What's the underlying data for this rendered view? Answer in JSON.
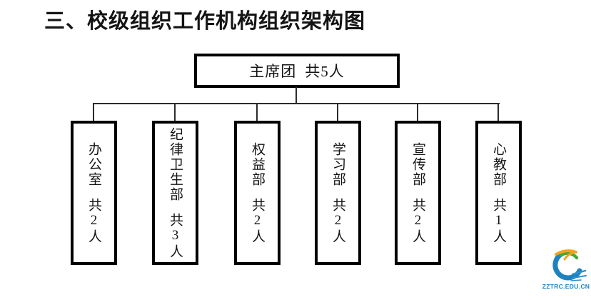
{
  "title": "三、校级组织工作机构组织架构图",
  "chart": {
    "root": {
      "name": "主席团",
      "count": "共5人"
    },
    "departments": [
      {
        "name": "办公室",
        "count": "共2人"
      },
      {
        "name": "纪律卫生部",
        "count": "共3人"
      },
      {
        "name": "权益部",
        "count": "共2人"
      },
      {
        "name": "学习部",
        "count": "共2人"
      },
      {
        "name": "宣传部",
        "count": "共2人"
      },
      {
        "name": "心教部",
        "count": "共1人"
      }
    ]
  },
  "watermark": {
    "text": "ZZTRC.EDU.CN",
    "icon": "swoosh-bird-icon"
  },
  "colors": {
    "background": "#ffffff",
    "box_border": "#000000",
    "connector_line": "#2b2b2b",
    "text": "#141414",
    "logo_blue": "#1f82c0",
    "logo_green": "#45a839",
    "logo_orange": "#f0a321",
    "watermark_text": "#1b84c7"
  }
}
